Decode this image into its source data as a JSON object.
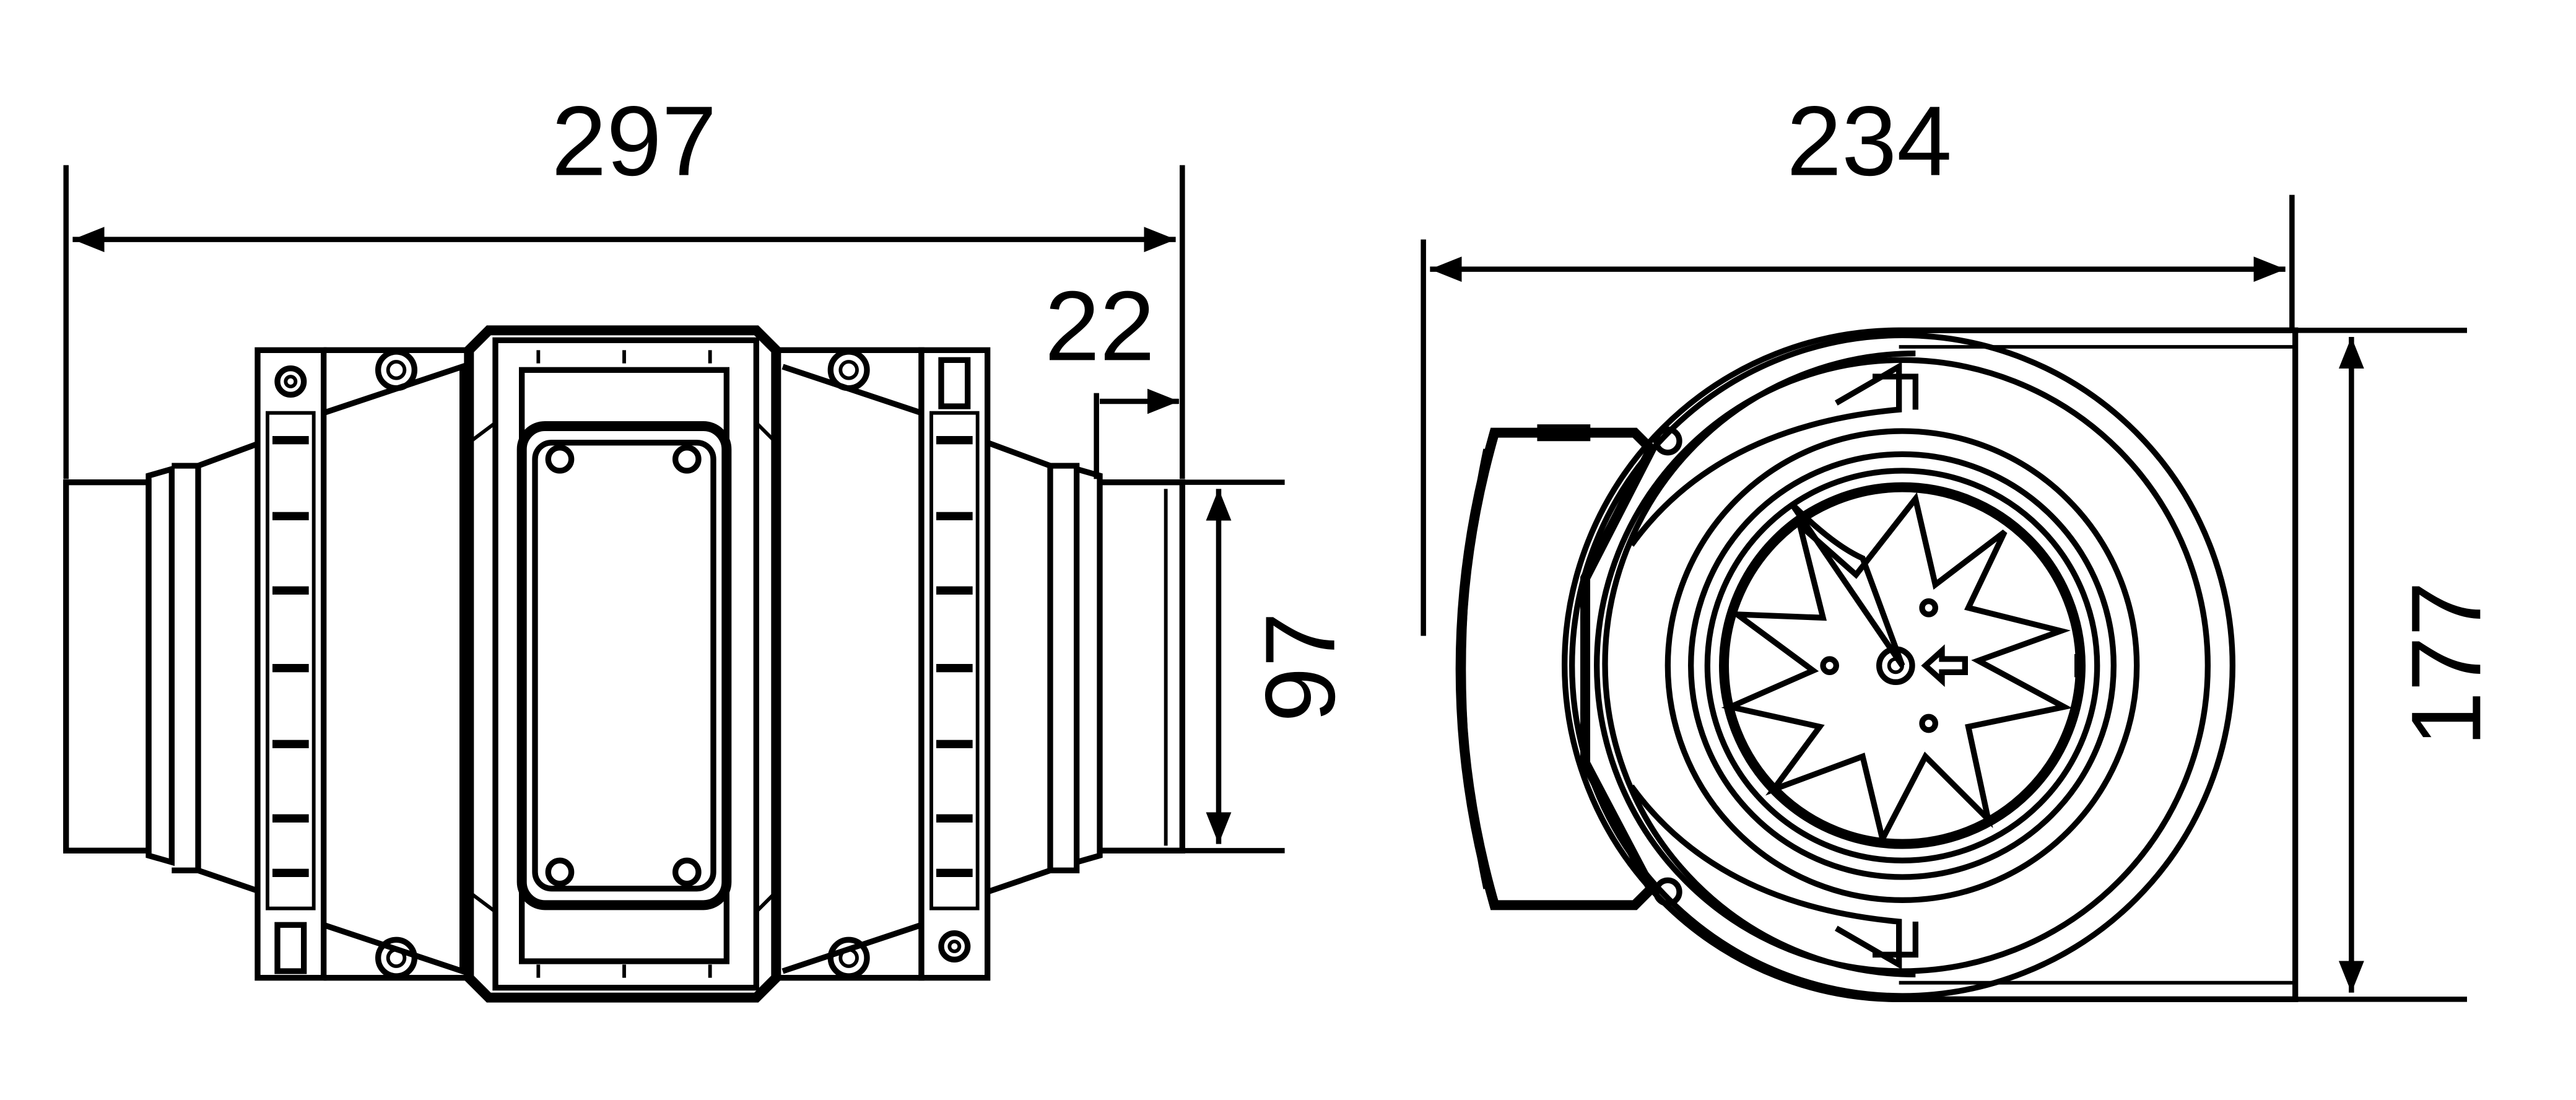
{
  "dimensions": {
    "side_length": "297",
    "side_offset": "22",
    "side_diameter": "97",
    "front_width": "234",
    "front_height": "177"
  }
}
